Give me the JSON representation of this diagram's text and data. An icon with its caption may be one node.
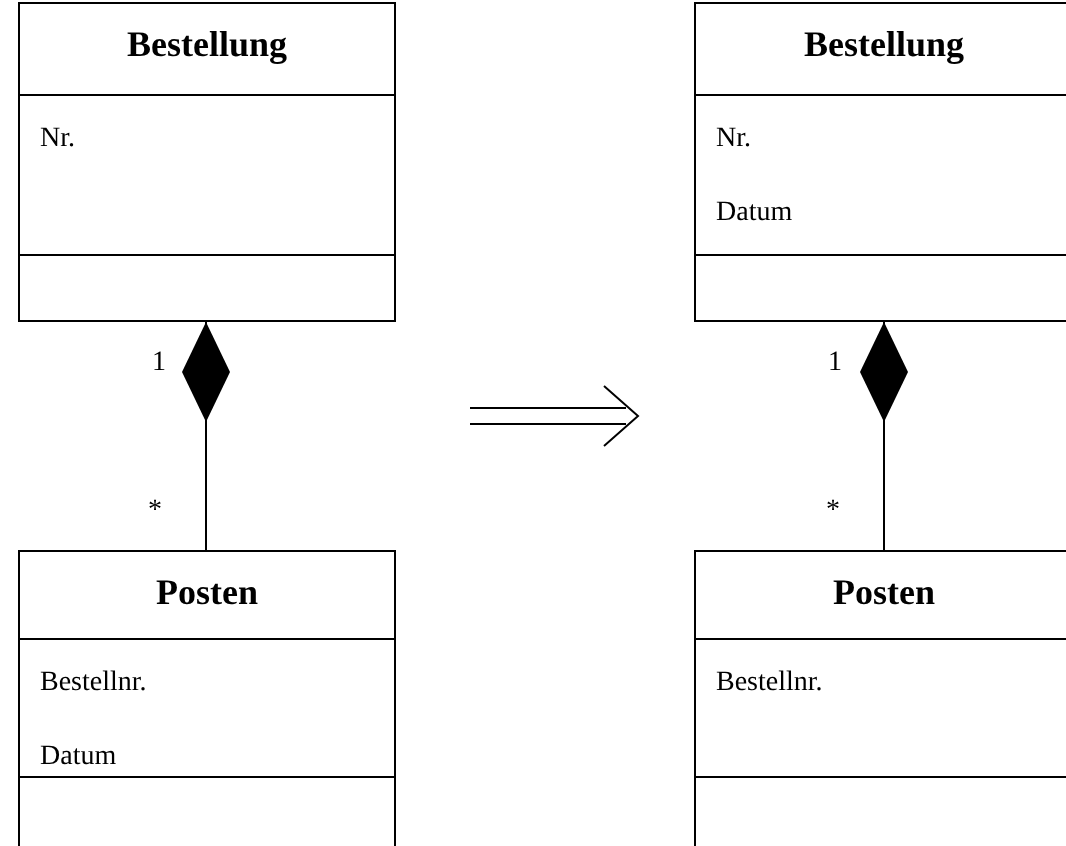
{
  "diagram": {
    "nodes": [
      {
        "text": [
          "Bestellung",
          "Nr."
        ]
      },
      {
        "text": [
          "Posten",
          "Bestellnr.",
          "Datum"
        ]
      },
      {
        "text": [
          "Bestellung",
          "Nr.",
          "Datum"
        ]
      },
      {
        "text": [
          "Posten",
          "Bestellnr."
        ]
      }
    ],
    "edges": [
      {
        "from": 1,
        "to": 0,
        "arrow": "other"
      },
      {
        "from": 3,
        "to": 2,
        "arrow": "other"
      }
    ],
    "labels": [
      "1",
      "1",
      "*",
      "*"
    ]
  }
}
